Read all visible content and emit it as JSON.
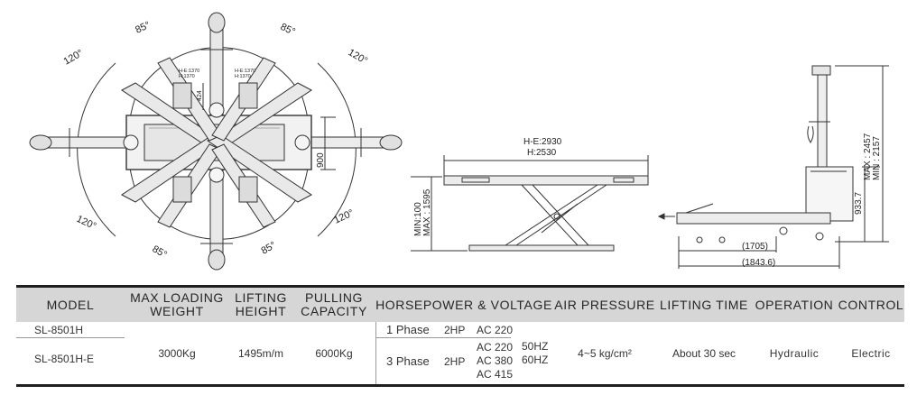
{
  "drawings": {
    "top_view": {
      "angle_top_left": "85°",
      "angle_top_right": "85°",
      "angle_left_top": "120°",
      "angle_right_top": "120°",
      "angle_left_bottom": "120°",
      "angle_right_bottom": "120°",
      "angle_bottom_left": "85°",
      "angle_bottom_right": "85°",
      "dim_width": "900",
      "dim_small": "424",
      "label_he_left": "H-E:1370",
      "label_h_left": "H:1370",
      "label_he_right": "H-E:1370",
      "label_h_right": "H:1370"
    },
    "side_view": {
      "length_he": "H-E:2930",
      "length_h": "H:2530",
      "height_min": "MIN:100",
      "height_max": "MAX : 1595"
    },
    "end_view": {
      "height_max": "MAX : 2457",
      "height_min": "MIN : 2157",
      "height_933": "933.7",
      "length_1705": "(1705)",
      "length_1843": "(1843.6)"
    }
  },
  "spec_table": {
    "headers": {
      "model": "MODEL",
      "max_loading_weight": "MAX LOADING WEIGHT",
      "lifting_height": "LIFTING HEIGHT",
      "pulling_capacity": "PULLING CAPACITY",
      "horsepower_voltage": "HORSEPOWER & VOLTAGE",
      "air_pressure": "AIR PRESSURE",
      "lifting_time": "LIFTING TIME",
      "operation": "OPERATION",
      "control": "CONTROL"
    },
    "models": [
      "SL-8501H",
      "SL-8501H-E"
    ],
    "max_loading_weight": "3000Kg",
    "lifting_height": "1495m/m",
    "pulling_capacity": "6000Kg",
    "phase_1": {
      "phase": "1 Phase",
      "hp": "2HP",
      "voltages": [
        "AC 220"
      ]
    },
    "phase_3": {
      "phase": "3 Phase",
      "hp": "2HP",
      "voltages": [
        "AC 220",
        "AC 380",
        "AC 415"
      ]
    },
    "frequencies": [
      "50HZ",
      "60HZ"
    ],
    "air_pressure": "4~5 kg/cm²",
    "lifting_time": "About 30 sec",
    "operation": "Hydraulic",
    "control": "Electric"
  }
}
